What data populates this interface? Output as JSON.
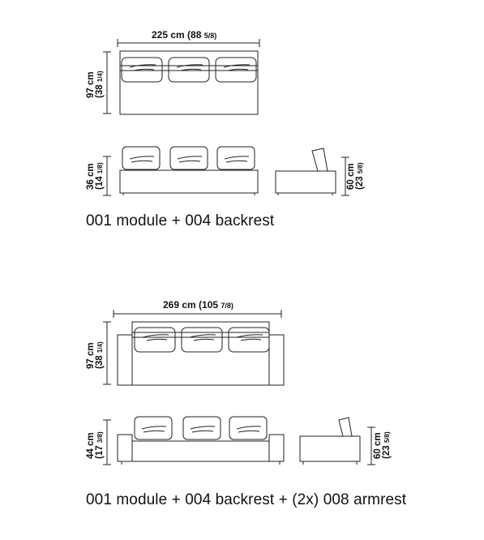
{
  "config_a": {
    "width_label": "225 cm (88",
    "width_frac": "5/8)",
    "depth_cm": "97 cm",
    "depth_in": "(38",
    "depth_frac": "1/4)",
    "seat_h_cm": "36 cm",
    "seat_h_in": "(14",
    "seat_h_frac": "1/8)",
    "back_h_cm": "60 cm",
    "back_h_in": "(23",
    "back_h_frac": "5/8)",
    "caption": "001 module + 004 backrest"
  },
  "config_b": {
    "width_label": "269 cm (105",
    "width_frac": "7/8)",
    "depth_cm": "97 cm",
    "depth_in": "(38",
    "depth_frac": "1/4)",
    "seat_h_cm": "44 cm",
    "seat_h_in": "(17",
    "seat_h_frac": "3/8)",
    "back_h_cm": "60 cm",
    "back_h_in": "(23",
    "back_h_frac": "5/8)",
    "caption": "001 module + 004 backrest + (2x) 008 armrest"
  }
}
